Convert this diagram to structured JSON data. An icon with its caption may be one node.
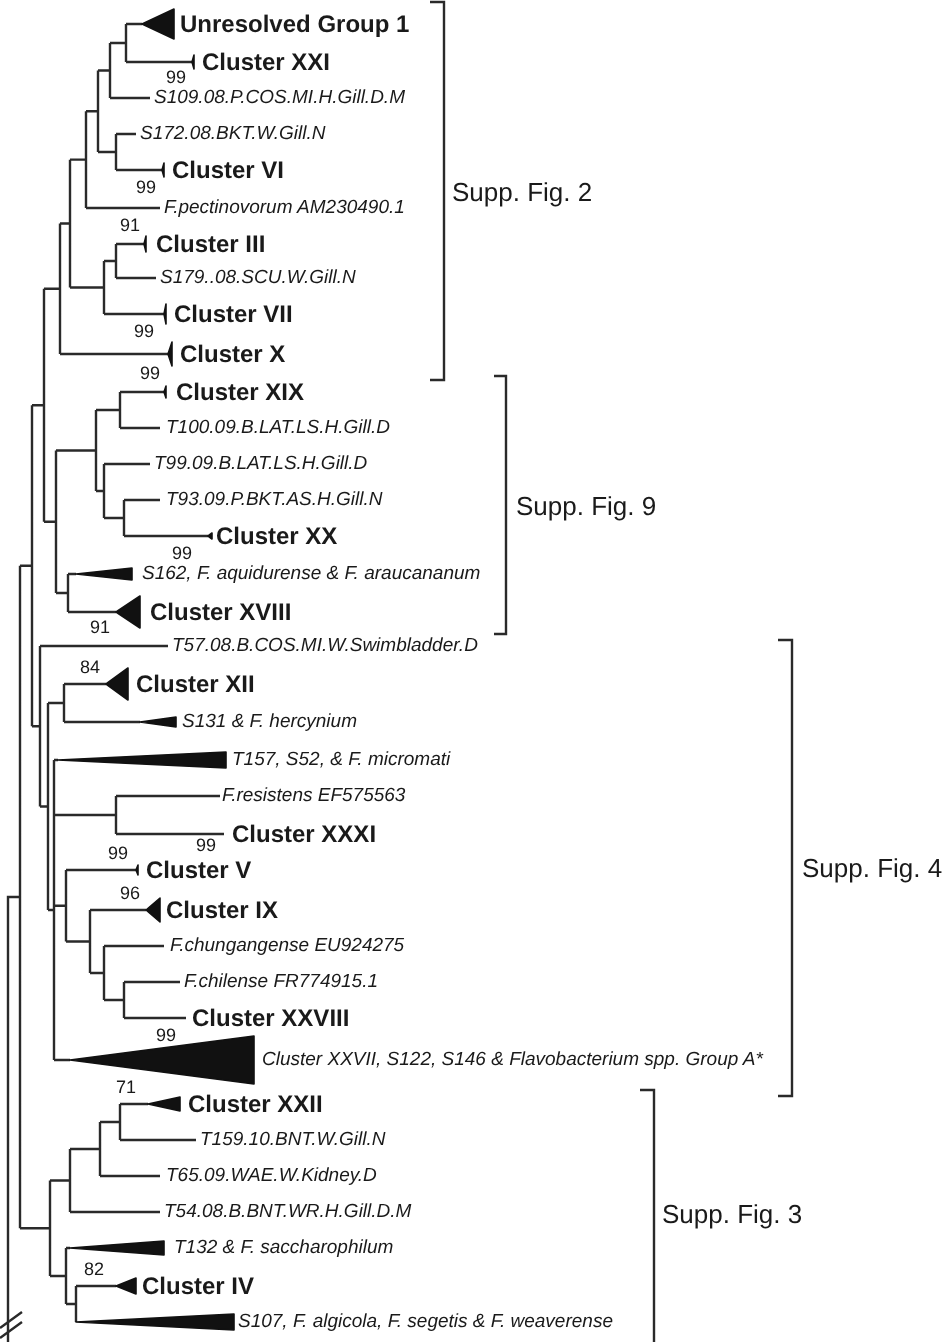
{
  "diagram": {
    "labels": [
      "Unresolved Group 1",
      "Cluster XXI",
      "99",
      "S109.08.P.COS.MI.H.Gill.D.M",
      "S172.08.BKT.W.Gill.N",
      "Cluster VI",
      "99",
      "Supp. Fig. 2",
      "F.pectinovorum AM230490.1",
      "91",
      "Cluster III",
      "S179..08.SCU.W.Gill.N",
      "Cluster VII",
      "99",
      "Cluster X",
      "99",
      "Cluster XIX",
      "T100.09.B.LAT.LS.H.Gill.D",
      "T99.09.B.LAT.LS.H.Gill.D",
      "T93.09.P.BKT.AS.H.Gill.N",
      "Supp. Fig. 9",
      "Cluster XX",
      "99",
      "S162, F. aquidurense & F. araucananum",
      "Cluster XVIII",
      "91",
      "T57.08.B.COS.MI.W.Swimbladder.D",
      "84",
      "Cluster XII",
      "S131 & F. hercynium",
      "T157, S52, & F. micromati",
      "F.resistens EF575563",
      "Cluster XXXI",
      "99",
      "99",
      "Cluster V",
      "Supp. Fig. 4",
      "96",
      "Cluster IX",
      "F.chungangense EU924275",
      "F.chilense FR774915.1",
      "Cluster XXVIII",
      "99",
      "Cluster XXVII, S122, S146 & Flavobacterium spp. Group A*",
      "71",
      "Cluster XXII",
      "T159.10.BNT.W.Gill.N",
      "T65.09.WAE.W.Kidney.D",
      "T54.08.B.BNT.WR.H.Gill.D.M",
      "Supp. Fig. 3",
      "T132 & F. saccharophilum",
      "82",
      "Cluster IV",
      "S107, F. algicola, F. segetis & F. weaverense"
    ]
  }
}
